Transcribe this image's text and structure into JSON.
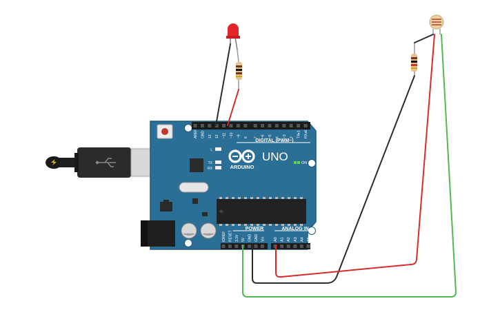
{
  "board": {
    "model_label": "UNO",
    "brand_label": "ARDUINO",
    "on_label": "ON",
    "tx_label": "TX",
    "rx_label": "RX",
    "l_label": "L",
    "digital_label": "DIGITAL (PWM~)",
    "power_label": "POWER",
    "analog_label": "ANALOG IN",
    "digital_pins": [
      "AREF",
      "GND",
      "13",
      "12",
      "~11",
      "~10",
      "~9",
      "8",
      "7",
      "~6",
      "~5",
      "4",
      "~3",
      "2",
      "TX▸1",
      "RX◂0"
    ],
    "power_pins": [
      "IOREF",
      "RESET",
      "3.3V",
      "5V",
      "GND",
      "GND",
      "Vin"
    ],
    "analog_pins": [
      "A0",
      "A1",
      "A2",
      "A3",
      "A4",
      "A5"
    ]
  },
  "colors": {
    "board": "#2c6f96",
    "board_edge": "#1f5a7c",
    "wire_black": "#2b2b2b",
    "wire_red": "#d62b2b",
    "wire_green": "#4fb84f",
    "led": "#e0262a"
  }
}
